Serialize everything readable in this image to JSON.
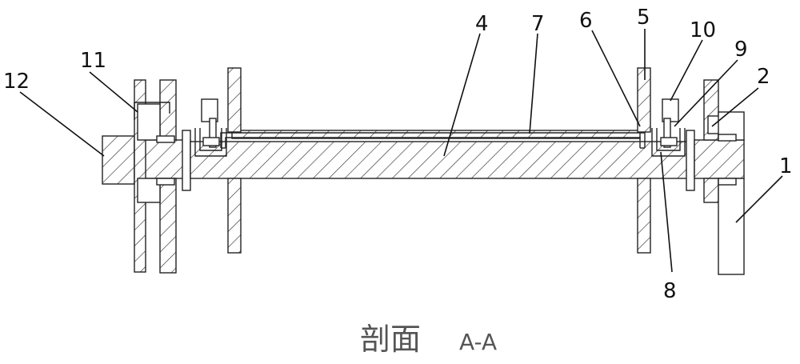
{
  "caption": {
    "prefix": "剖面",
    "section": "A-A"
  },
  "labels": {
    "l1": "1",
    "l2": "2",
    "l4": "4",
    "l5": "5",
    "l6": "6",
    "l7": "7",
    "l8": "8",
    "l9": "9",
    "l10": "10",
    "l11": "11",
    "l12": "12"
  },
  "colors": {
    "line": "#222222",
    "background": "#ffffff"
  }
}
